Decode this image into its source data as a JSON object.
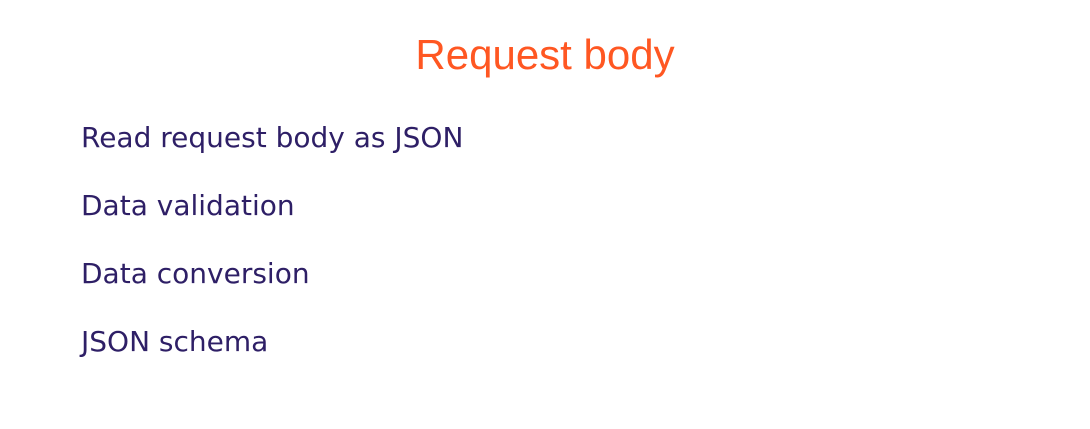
{
  "slide": {
    "title": "Request body",
    "bullets": [
      "Read request body as JSON",
      "Data validation",
      "Data conversion",
      "JSON schema"
    ]
  },
  "colors": {
    "title": "#ff5722",
    "text": "#2e1f66",
    "background": "#ffffff"
  }
}
